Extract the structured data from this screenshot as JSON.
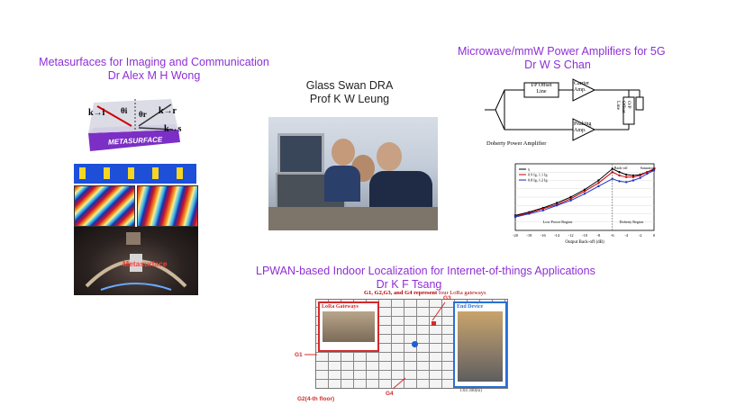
{
  "meta_title": {
    "line1": "Metasurfaces for Imaging and Communication",
    "line2": "Dr Alex M H Wong",
    "diagram_labels": {
      "ki": "k→i",
      "kr": "k→r",
      "ks": "k→s",
      "theta_i": "θi",
      "theta_r": "θr",
      "surface": "METASURFACE"
    },
    "photo_label": "Metasurface"
  },
  "dra_title": {
    "line1": "Glass Swan DRA",
    "line2": "Prof K W Leung"
  },
  "pa_title": {
    "line1": "Microwave/mmW Power Amplifiers for 5G",
    "line2": "Dr W S Chan"
  },
  "pa_circuit": {
    "ip_offset": "I/P Offset\nLine",
    "carrier": "Carrier\nAmp.",
    "peaking": "Peaking\nAmp.",
    "op_offset": "O/P Offset\nLine",
    "caption": "Doherty Power Amplifier"
  },
  "chart_data": {
    "type": "line",
    "xlabel": "Output Back-off (dB)",
    "xlim": [
      -20,
      0
    ],
    "ylim": [
      0,
      80
    ],
    "x_ticks": [
      "-20",
      "-18",
      "-16",
      "-14",
      "-12",
      "-10",
      "-8",
      "-6",
      "-4",
      "-2",
      "0"
    ],
    "series": [
      {
        "name": "η",
        "color": "#000000",
        "x": [
          -20,
          -18,
          -16,
          -14,
          -12,
          -10,
          -8,
          -6,
          -5,
          -4,
          -3,
          -2,
          -1,
          0
        ],
        "y": [
          18,
          22,
          27,
          33,
          40,
          49,
          60,
          74,
          70,
          67,
          66,
          67,
          70,
          73
        ]
      },
      {
        "name": "0.9 Ig, 1.1 Ig",
        "color": "#cc0000",
        "x": [
          -20,
          -18,
          -16,
          -14,
          -12,
          -10,
          -8,
          -6,
          -5,
          -4,
          -3,
          -2,
          -1,
          0
        ],
        "y": [
          17,
          21,
          26,
          31,
          38,
          47,
          57,
          70,
          66,
          64,
          64,
          66,
          70,
          74
        ]
      },
      {
        "name": "0.8 Ig, 1.2 Ig",
        "color": "#1a33cc",
        "x": [
          -20,
          -18,
          -16,
          -14,
          -12,
          -10,
          -8,
          -6,
          -5,
          -4,
          -3,
          -2,
          -1,
          0
        ],
        "y": [
          16,
          20,
          24,
          30,
          36,
          44,
          53,
          62,
          59,
          58,
          60,
          63,
          68,
          72
        ]
      }
    ],
    "annotations": [
      "Back-off",
      "Saturation",
      "Low Power Region",
      "Doherty Region"
    ]
  },
  "lpwan_title": {
    "line1": "LPWAN-based Indoor Localization for Internet-of-things Applications",
    "line2": "Dr K F Tsang"
  },
  "floorplan": {
    "legend_prefix": "G1, G2,G3, and G4 represent ",
    "legend_suffix": "four LoRa gateways",
    "lora_label": "LoRa Gateways",
    "end_device": "End Device",
    "g1": "G1",
    "g2": "G2(4-th floor)",
    "g3": "G3",
    "g4": "G4",
    "scale": "1:04 300(m)"
  },
  "colors": {
    "title_purple": "#8e2fd6"
  }
}
